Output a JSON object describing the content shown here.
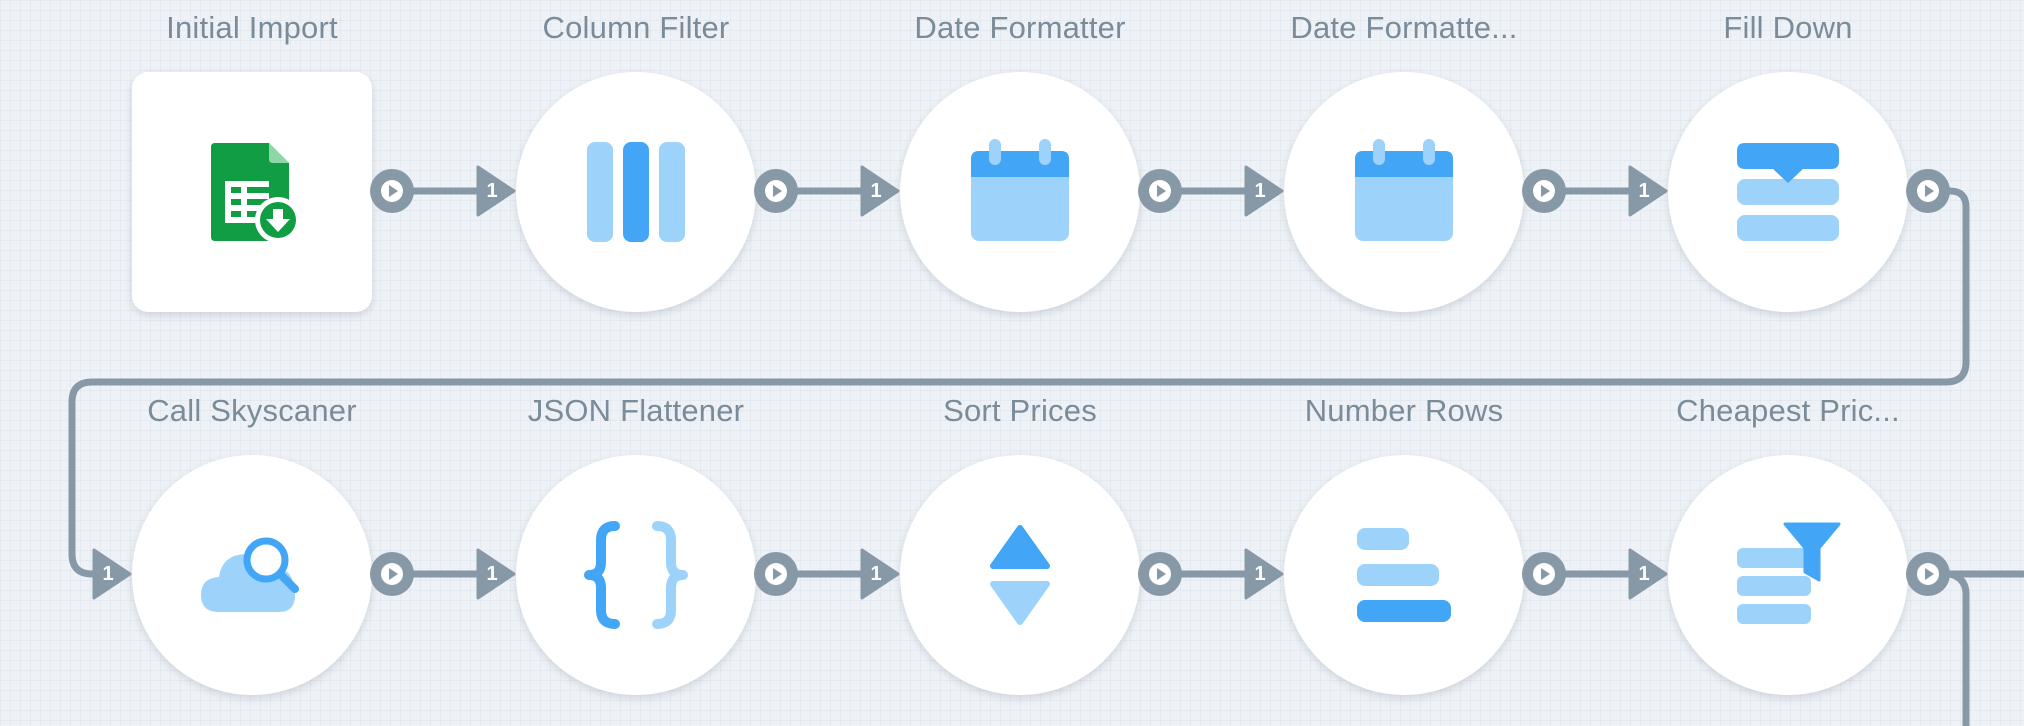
{
  "colors": {
    "wire": "#8799a7",
    "icon_dark": "#42a5f5",
    "icon_light": "#9dd3fb",
    "sheet_green": "#109d44"
  },
  "nodes": [
    {
      "label": "Initial Import",
      "icon": "spreadsheet-import-icon",
      "input_port": ""
    },
    {
      "label": "Column Filter",
      "icon": "columns-icon",
      "input_port": "1"
    },
    {
      "label": "Date Formatter",
      "icon": "calendar-icon",
      "input_port": "1"
    },
    {
      "label": "Date Formatte...",
      "icon": "calendar-icon",
      "input_port": "1"
    },
    {
      "label": "Fill Down",
      "icon": "fill-down-icon",
      "input_port": "1"
    },
    {
      "label": "Call Skyscaner",
      "icon": "cloud-search-icon",
      "input_port": "1"
    },
    {
      "label": "JSON Flattener",
      "icon": "curly-braces-icon",
      "input_port": "1"
    },
    {
      "label": "Sort Prices",
      "icon": "sort-arrows-icon",
      "input_port": "1"
    },
    {
      "label": "Number Rows",
      "icon": "rows-bars-icon",
      "input_port": "1"
    },
    {
      "label": "Cheapest Pric...",
      "icon": "filter-rows-icon",
      "input_port": "1"
    }
  ]
}
